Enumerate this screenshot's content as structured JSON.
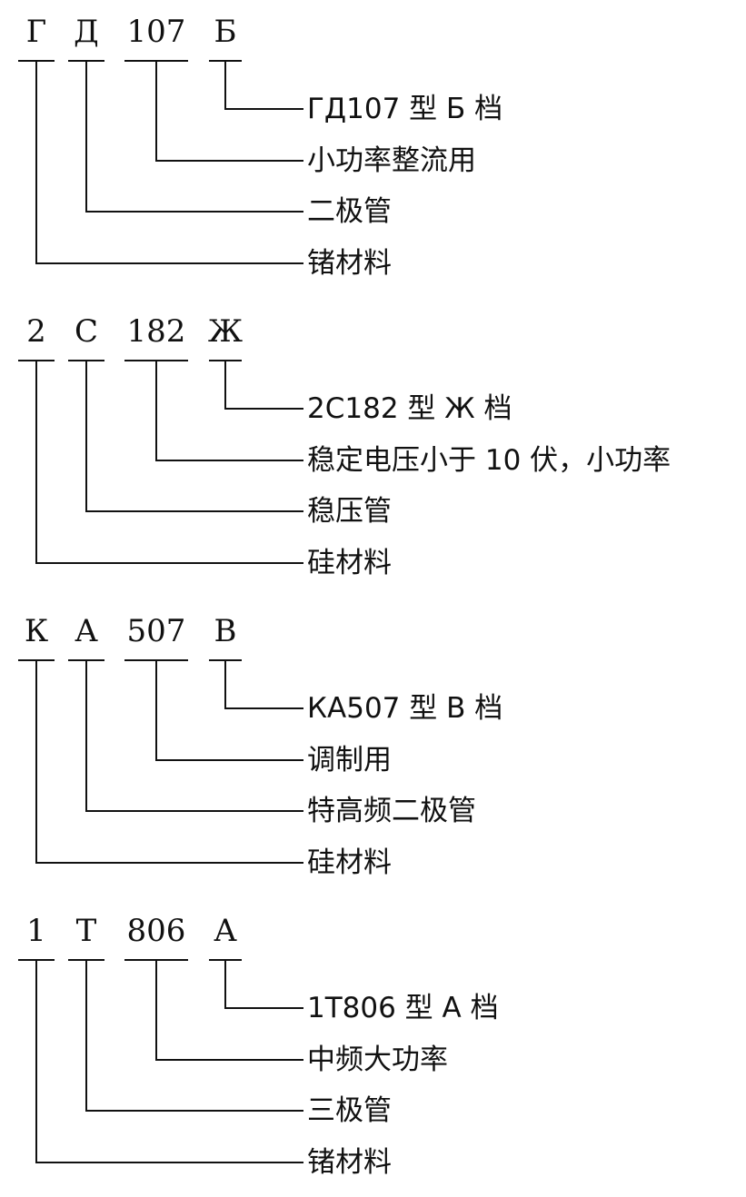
{
  "diagrams": [
    {
      "parts": [
        "Г",
        "Д",
        "107",
        "Б"
      ],
      "meanings": [
        "ГД107 型 Б 档",
        "小功率整流用",
        "二极管",
        "锗材料"
      ]
    },
    {
      "parts": [
        "2",
        "С",
        "182",
        "Ж"
      ],
      "meanings": [
        "2С182 型 Ж 档",
        "稳定电压小于 10 伏，小功率",
        "稳压管",
        "硅材料"
      ]
    },
    {
      "parts": [
        "К",
        "А",
        "507",
        "В"
      ],
      "meanings": [
        "КА507 型 В 档",
        "调制用",
        "特高频二极管",
        "硅材料"
      ]
    },
    {
      "parts": [
        "1",
        "Т",
        "806",
        "А"
      ],
      "meanings": [
        "1Т806 型 А 档",
        "中频大功率",
        "三极管",
        "锗材料"
      ]
    }
  ]
}
